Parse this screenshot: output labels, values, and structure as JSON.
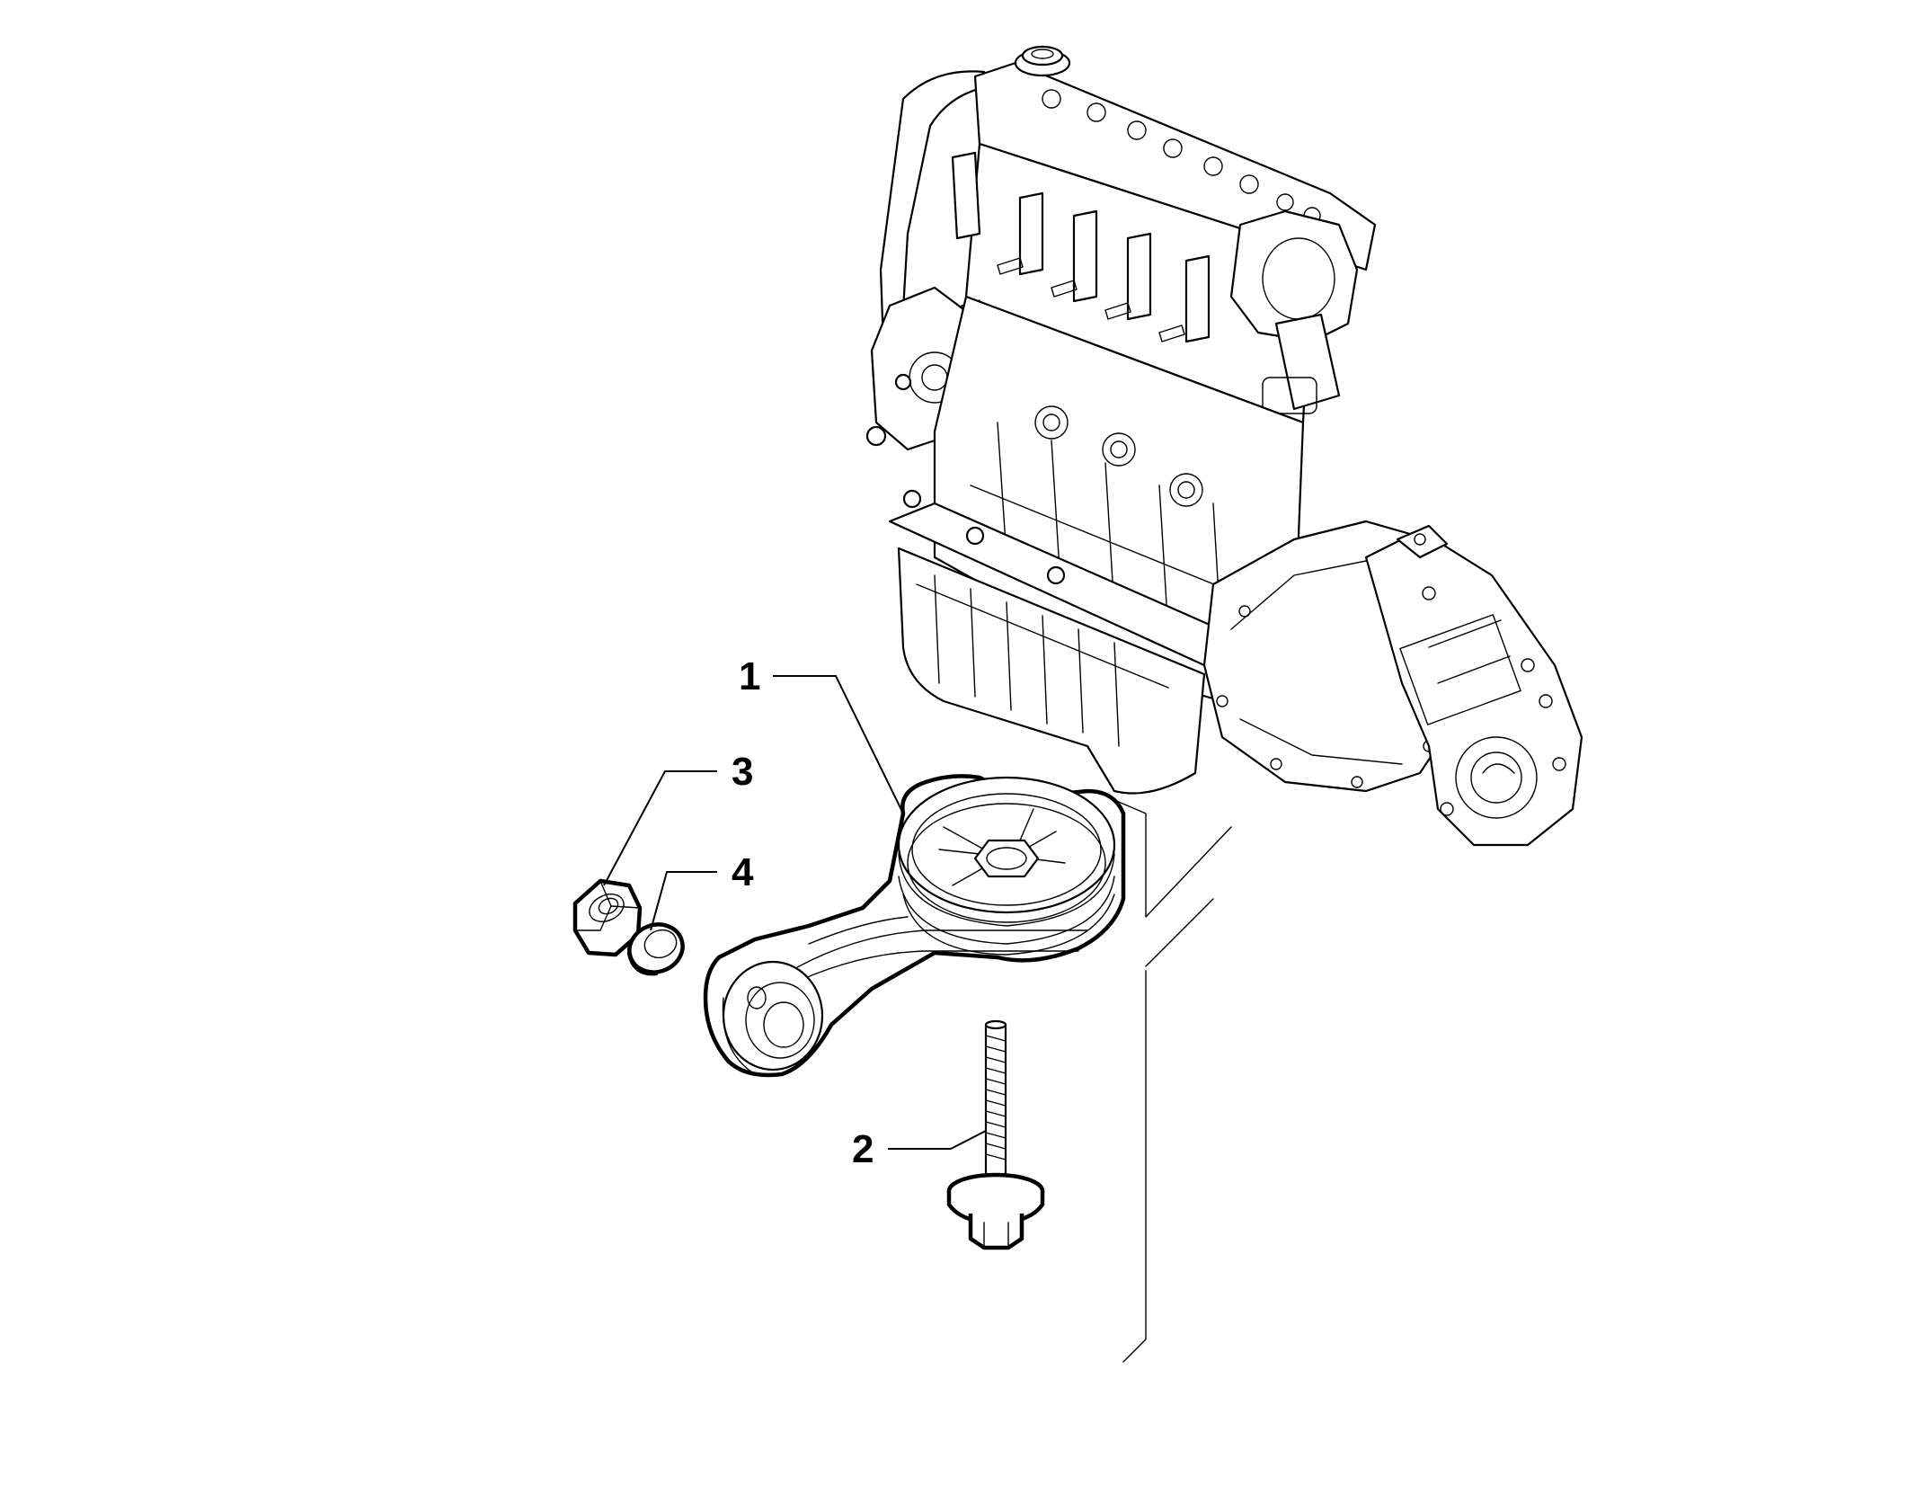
{
  "callouts": [
    {
      "id": "1",
      "label": "1",
      "part": "engine-mount-bracket"
    },
    {
      "id": "2",
      "label": "2",
      "part": "flange-bolt"
    },
    {
      "id": "3",
      "label": "3",
      "part": "hex-nut"
    },
    {
      "id": "4",
      "label": "4",
      "part": "washer"
    }
  ],
  "colors": {
    "line": "#000000",
    "background": "#ffffff"
  }
}
